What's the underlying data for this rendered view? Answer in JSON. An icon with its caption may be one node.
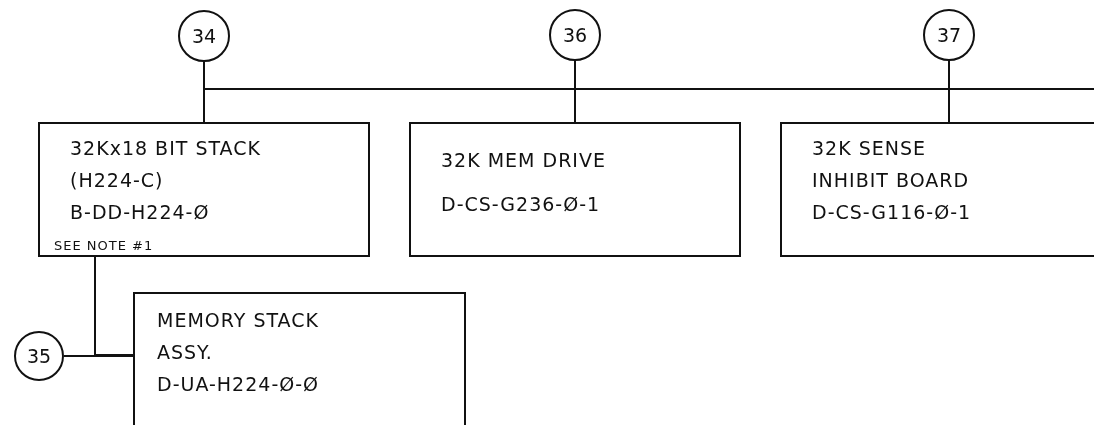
{
  "diagram": {
    "nodes": [
      {
        "text": [
          "34"
        ]
      },
      {
        "text": [
          "36"
        ]
      },
      {
        "text": [
          "37"
        ]
      },
      {
        "text": [
          "32Kx18 BIT STACK (H224-C)",
          "B-DD-H224-Ø",
          "SEE NOTE #1"
        ]
      },
      {
        "text": [
          "32K MEM DRIVE",
          "D-CS-G236-Ø-1"
        ]
      },
      {
        "text": [
          "32K SENSE INHIBIT BOARD",
          "D-CS-G116-Ø-1"
        ]
      },
      {
        "text": [
          "35"
        ]
      },
      {
        "text": [
          "MEMORY STACK ASSY.",
          "D-UA-H224-Ø-Ø"
        ]
      }
    ],
    "edges": [
      {
        "from": 0,
        "to": 3,
        "arrow": "none"
      },
      {
        "from": 1,
        "to": 4,
        "arrow": "none"
      },
      {
        "from": 2,
        "to": 5,
        "arrow": "none"
      },
      {
        "from": 3,
        "to": 4,
        "arrow": "none"
      },
      {
        "from": 3,
        "to": 5,
        "arrow": "none"
      },
      {
        "from": 3,
        "to": null,
        "arrow": "none"
      },
      {
        "from": 3,
        "to": 7,
        "arrow": "none"
      },
      {
        "from": 6,
        "to": 7,
        "arrow": "none"
      }
    ]
  }
}
